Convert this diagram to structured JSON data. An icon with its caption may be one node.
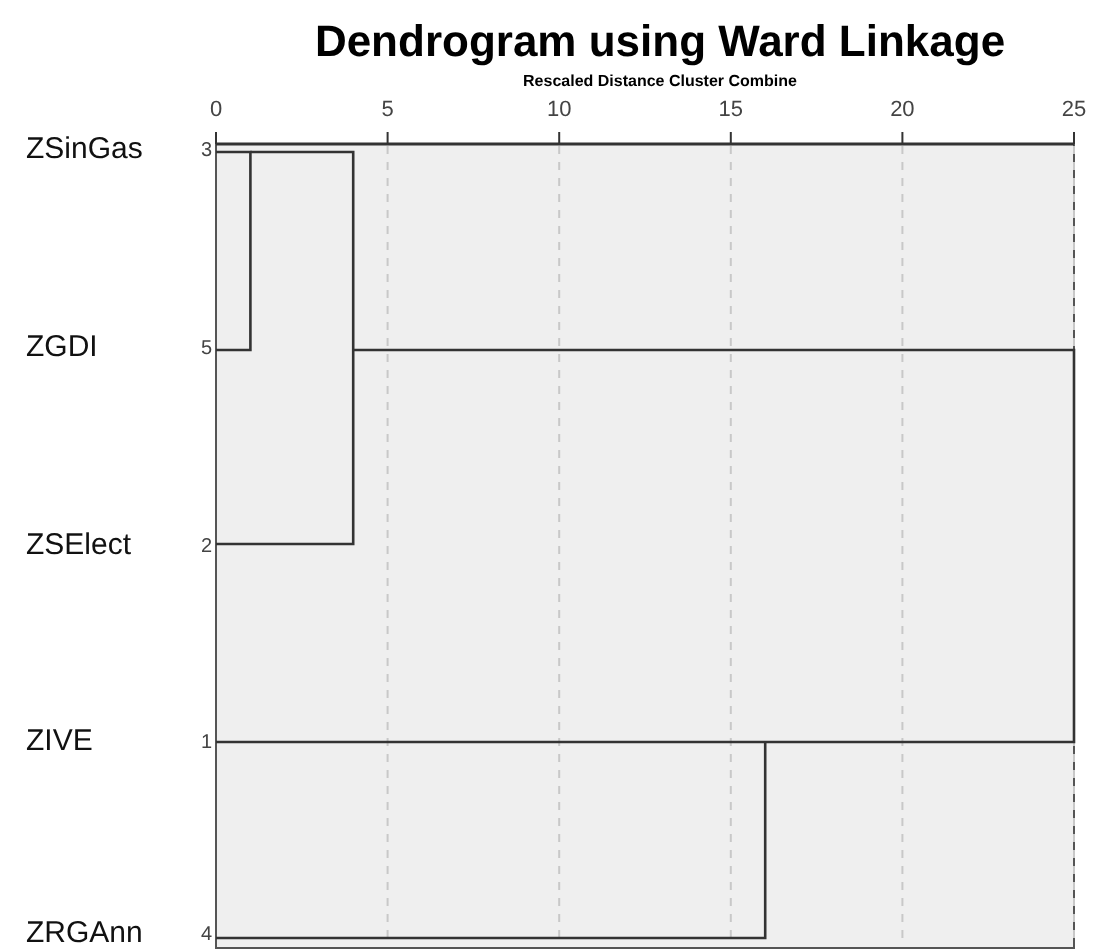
{
  "diagram": {
    "title": "Dendrogram using Ward Linkage",
    "labels": [
      "Rescaled Distance Cluster Combine",
      "0",
      "5",
      "10",
      "15",
      "20",
      "25",
      "ZSinGas",
      "3",
      "ZGDI",
      "5",
      "ZSElect",
      "2",
      "ZIVE",
      "1",
      "ZRGAnn",
      "4"
    ]
  }
}
